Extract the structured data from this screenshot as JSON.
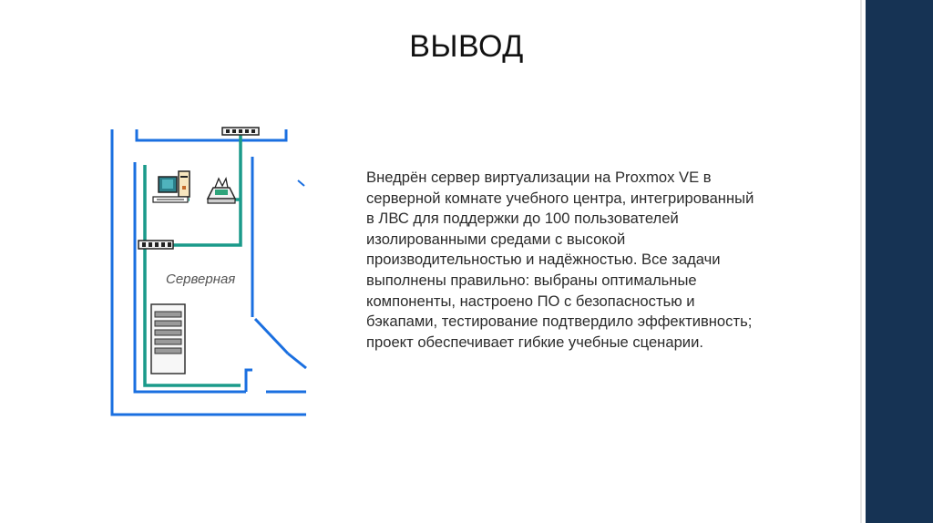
{
  "slide": {
    "title": "ВЫВОД",
    "body": "Внедрён сервер виртуализации на Proxmox VE в\nсерверной комнате учебного центра, интегрированный\nв ЛВС для поддержки до 100 пользователей\nизолированными средами с высокой\nпроизводительностью и надёжностью. Все задачи\nвыполнены правильно: выбраны оптимальные\nкомпоненты, настроено ПО с безопасностью и\nбэкапами, тестирование подтвердило эффективность;\nпроект обеспечивает гибкие учебные сценарии.",
    "plan": {
      "room_label": "Серверная"
    }
  },
  "colors": {
    "accent_band": "#163354",
    "wall": "#1a6fe0",
    "cable": "#1a9a8a"
  },
  "icons": [
    "computer-icon",
    "printer-icon",
    "switch-icon",
    "server-rack-icon"
  ]
}
